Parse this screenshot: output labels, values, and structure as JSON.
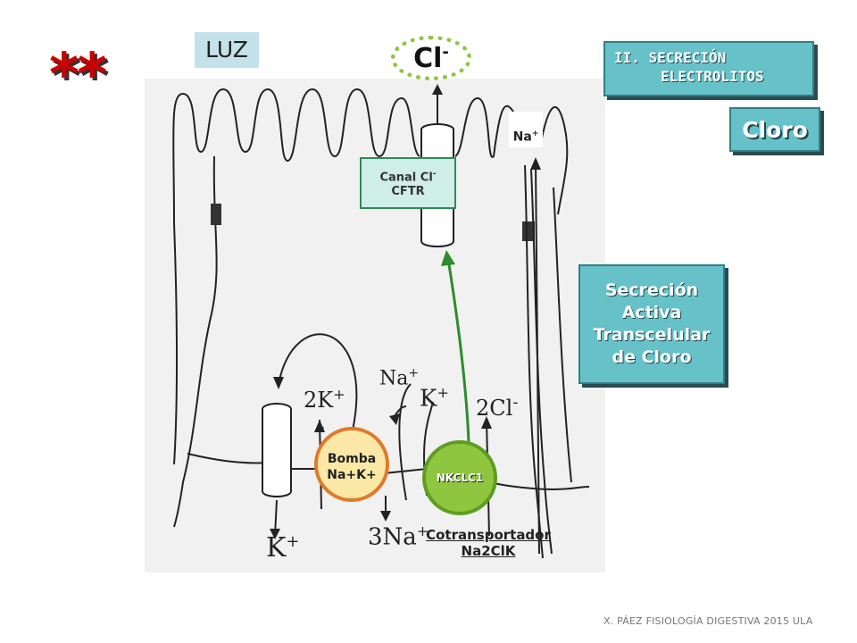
{
  "luz": "LUZ",
  "stars": "**",
  "ion_top": {
    "symbol": "Cl",
    "charge": "-"
  },
  "title": {
    "line1": "II. SECRECIÓN",
    "line2": "ELECTROLITOS"
  },
  "cloro": "Cloro",
  "secrecion": {
    "line1": "Secreción",
    "line2": "Activa",
    "line3": "Transcelular",
    "line4": "de Cloro"
  },
  "canal": {
    "line1_symbol": "Canal Cl",
    "line1_charge": "-",
    "line2": "CFTR"
  },
  "na_top": {
    "symbol": "Na",
    "charge": "+"
  },
  "bomba": {
    "line1": "Bomba",
    "line2": "Na+K+"
  },
  "nkcc": "NKCLC1",
  "cotransportador": {
    "line1": "Cotransportador",
    "line2": "Na2ClK"
  },
  "handwritten": {
    "k2": "2K",
    "k2_charge": "+",
    "na_mid": "Na",
    "na_mid_charge": "+",
    "k_mid": "K",
    "k_mid_charge": "+",
    "cl2": "2Cl",
    "cl2_charge": "-",
    "k_bottom": "K",
    "k_bottom_charge": "+",
    "na3": "3Na",
    "na3_charge": "+"
  },
  "footer": "X. PÁEZ   FISIOLOGÍA DIGESTIVA 2015 ULA",
  "colors": {
    "teal": "#66c1c9",
    "green_arrow": "#2e8b2e",
    "pump": "#fbe8a6",
    "nkcc": "#8ec63f"
  }
}
